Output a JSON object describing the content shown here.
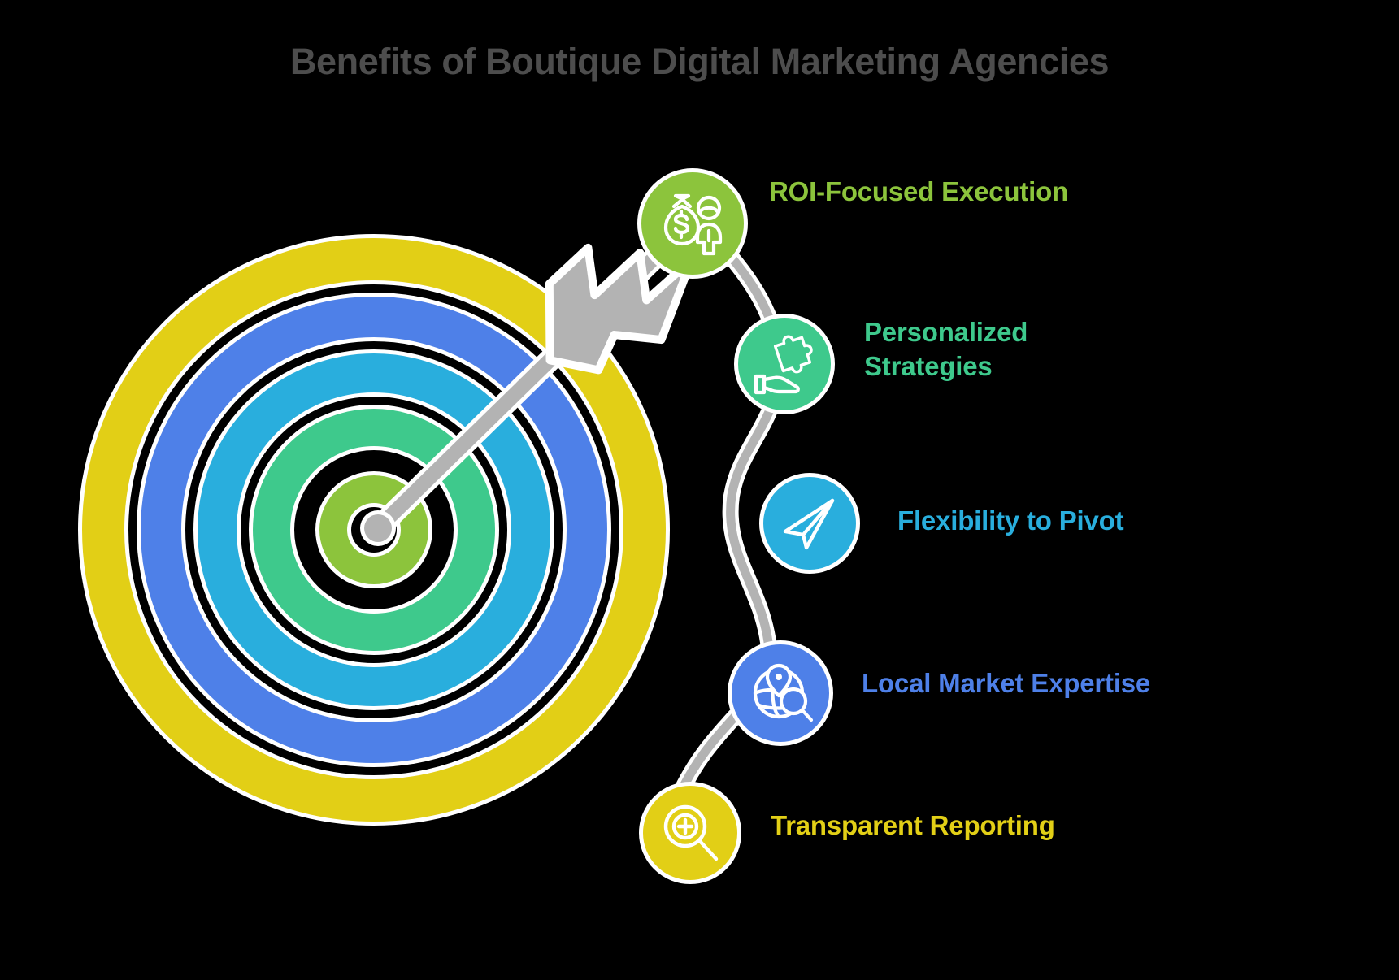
{
  "title": "Benefits of Boutique Digital Marketing Agencies",
  "title_color": "#4d4d4d",
  "background_color": "#000000",
  "target": {
    "name": "bullseye-target",
    "ring_colors": [
      "#e2cf16",
      "#4e80e8",
      "#29aedd",
      "#3ec98c",
      "#8cc43c"
    ],
    "gap_color": "#000000",
    "outline_color": "#ffffff",
    "arrow_color": "#b3b3b3",
    "arrow_outline_color": "#ffffff"
  },
  "connector": {
    "name": "curved-connector-line",
    "color": "#b3b3b3",
    "outline_color": "#ffffff",
    "width": 10
  },
  "items": [
    {
      "label": "ROI-Focused Execution",
      "color": "#8cc43c",
      "icon": "money-bag-person-icon",
      "node_name": "benefit-node-roi-focused-execution",
      "label_name": "benefit-label-roi-focused-execution"
    },
    {
      "label": "Personalized\nStrategies",
      "color": "#3ec98c",
      "icon": "puzzle-piece-hand-icon",
      "node_name": "benefit-node-personalized-strategies",
      "label_name": "benefit-label-personalized-strategies"
    },
    {
      "label": "Flexibility to Pivot",
      "color": "#29aedd",
      "icon": "paper-plane-icon",
      "node_name": "benefit-node-flexibility-to-pivot",
      "label_name": "benefit-label-flexibility-to-pivot"
    },
    {
      "label": "Local Market Expertise",
      "color": "#4e80e8",
      "icon": "globe-location-search-icon",
      "node_name": "benefit-node-local-market-expertise",
      "label_name": "benefit-label-local-market-expertise"
    },
    {
      "label": "Transparent Reporting",
      "color": "#e2cf16",
      "icon": "magnifier-plus-icon",
      "node_name": "benefit-node-transparent-reporting",
      "label_name": "benefit-label-transparent-reporting"
    }
  ]
}
